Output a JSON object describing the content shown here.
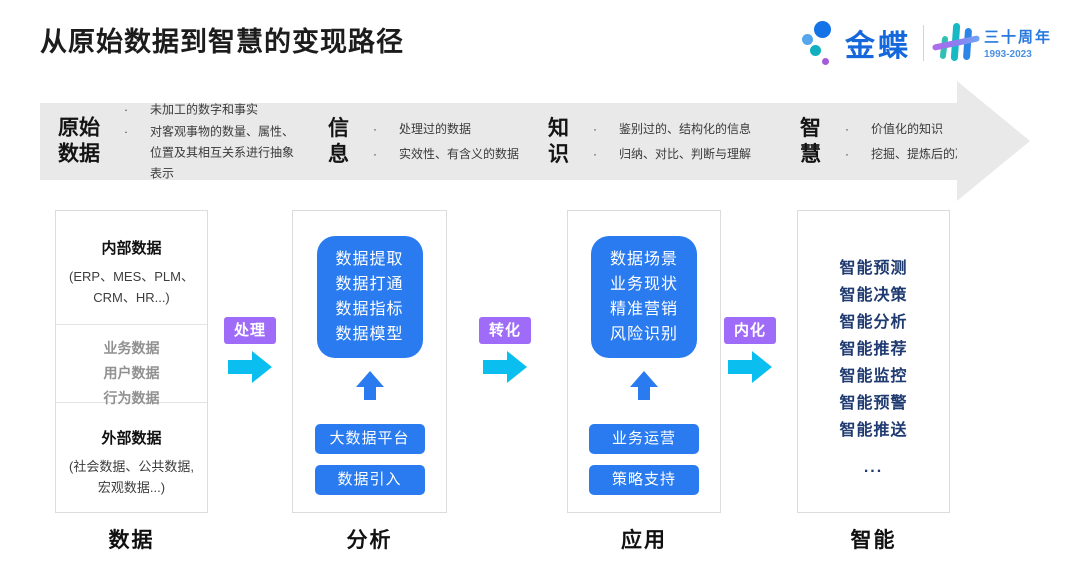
{
  "page_title": "从原始数据到智慧的变现路径",
  "logo": {
    "brand": "金蝶",
    "anniversary_label": "三十周年",
    "anniversary_years": "1993-2023"
  },
  "banner": {
    "stages": [
      {
        "label_line1": "原始",
        "label_line2": "数据",
        "bullets": [
          "未加工的数字和事实",
          "对客观事物的数量、属性、位置及其相互关系进行抽象表示"
        ]
      },
      {
        "label_line1": "信",
        "label_line2": "息",
        "bullets": [
          "处理过的数据",
          "实效性、有含义的数据"
        ]
      },
      {
        "label_line1": "知",
        "label_line2": "识",
        "bullets": [
          "鉴别过的、结构化的信息",
          "归纳、对比、判断与理解"
        ]
      },
      {
        "label_line1": "智",
        "label_line2": "慧",
        "bullets": [
          "价值化的知识",
          "挖掘、提炼后的决策能力"
        ]
      }
    ]
  },
  "flow_labels": [
    "处理",
    "转化",
    "内化"
  ],
  "columns": {
    "data": {
      "footer": "数据",
      "internal_title": "内部数据",
      "internal_detail_line1": "(ERP、MES、PLM、",
      "internal_detail_line2": "CRM、HR...)",
      "middle_items": [
        "业务数据",
        "用户数据",
        "行为数据"
      ],
      "external_title": "外部数据",
      "external_detail_line1": "(社会数据、公共数据,",
      "external_detail_line2": "宏观数据...)"
    },
    "analysis": {
      "footer": "分析",
      "stack_items": [
        "数据提取",
        "数据打通",
        "数据指标",
        "数据模型"
      ],
      "buttons": [
        "大数据平台",
        "数据引入"
      ]
    },
    "application": {
      "footer": "应用",
      "stack_items": [
        "数据场景",
        "业务现状",
        "精准营销",
        "风险识别"
      ],
      "buttons": [
        "业务运营",
        "策略支持"
      ]
    },
    "intelligence": {
      "footer": "智能",
      "items": [
        "智能预测",
        "智能决策",
        "智能分析",
        "智能推荐",
        "智能监控",
        "智能预警",
        "智能推送",
        "..."
      ]
    }
  },
  "colors": {
    "accent_blue": "#2A7BF0",
    "cyan_arrow": "#0ABFEF",
    "purple_badge": "#9E6CF8",
    "navy_text": "#1F3A70",
    "banner_gray": "#E9E9E9",
    "brand_blue": "#1568DC"
  }
}
